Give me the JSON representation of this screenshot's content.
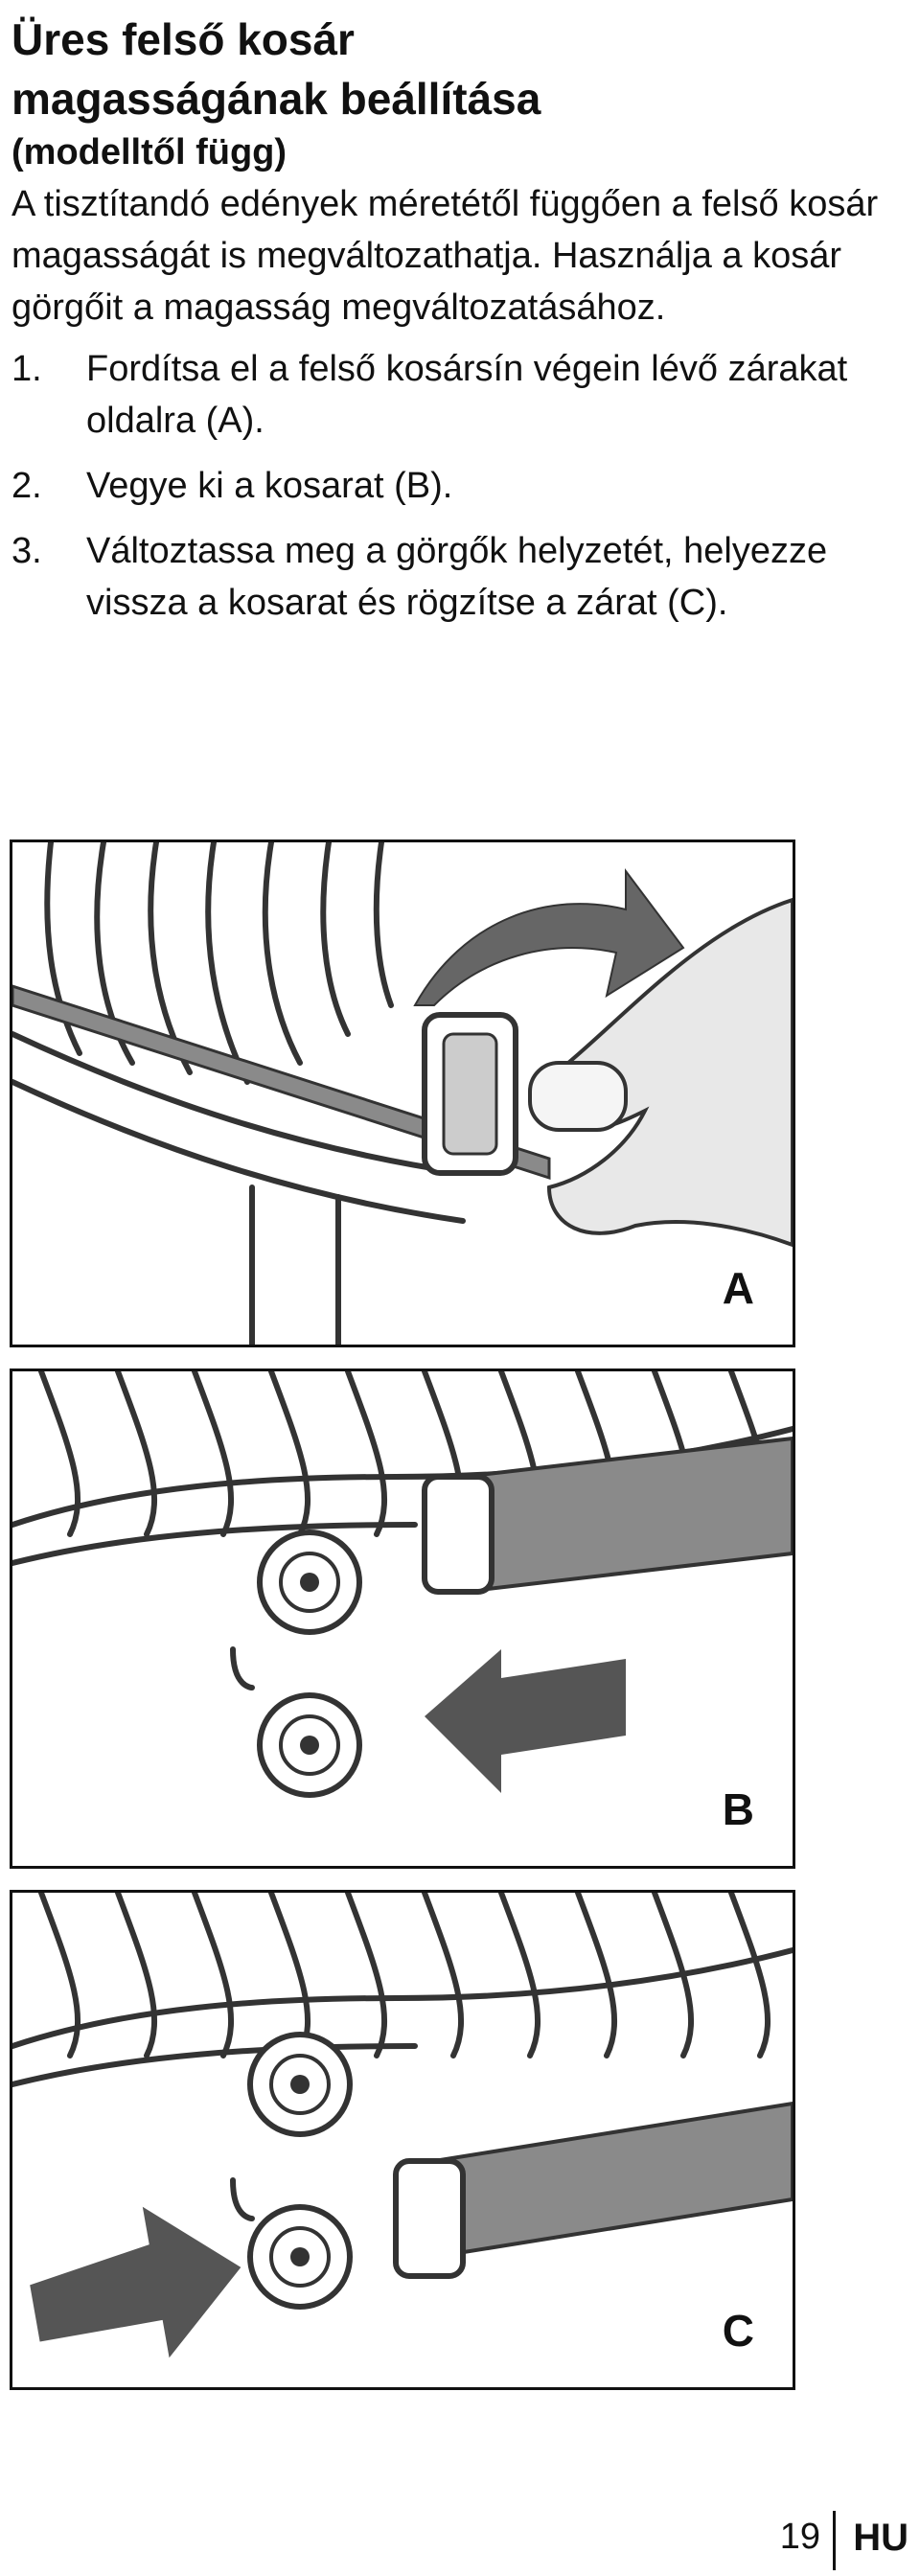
{
  "heading": {
    "title_line1": "Üres felső kosár",
    "title_line2": "magasságának beállítása",
    "subtitle": "(modelltől függ)"
  },
  "intro": "A tisztítandó edények méretétől függően a felső kosár magasságát is megváltozathatja. Használja a kosár görgőit a magasság megváltozatásához.",
  "steps": [
    {
      "num": "1.",
      "text": "Fordítsa el a felső kosársín végein lévő zárakat oldalra (A)."
    },
    {
      "num": "2.",
      "text": "Vegye ki a kosarat (B)."
    },
    {
      "num": "3.",
      "text": "Változtassa meg a görgők helyzetét, helyezze vissza a kosarat és rögzítse a zárat (C)."
    }
  ],
  "figures": [
    {
      "label": "A",
      "icon": "hand-unlock-illustration"
    },
    {
      "label": "B",
      "icon": "basket-removal-illustration"
    },
    {
      "label": "C",
      "icon": "basket-reinsert-illustration"
    }
  ],
  "footer": {
    "page_number": "19",
    "language": "HU"
  },
  "colors": {
    "text": "#111111",
    "line": "#333333",
    "rail": "#8a8a8a",
    "arrow": "#555555"
  }
}
